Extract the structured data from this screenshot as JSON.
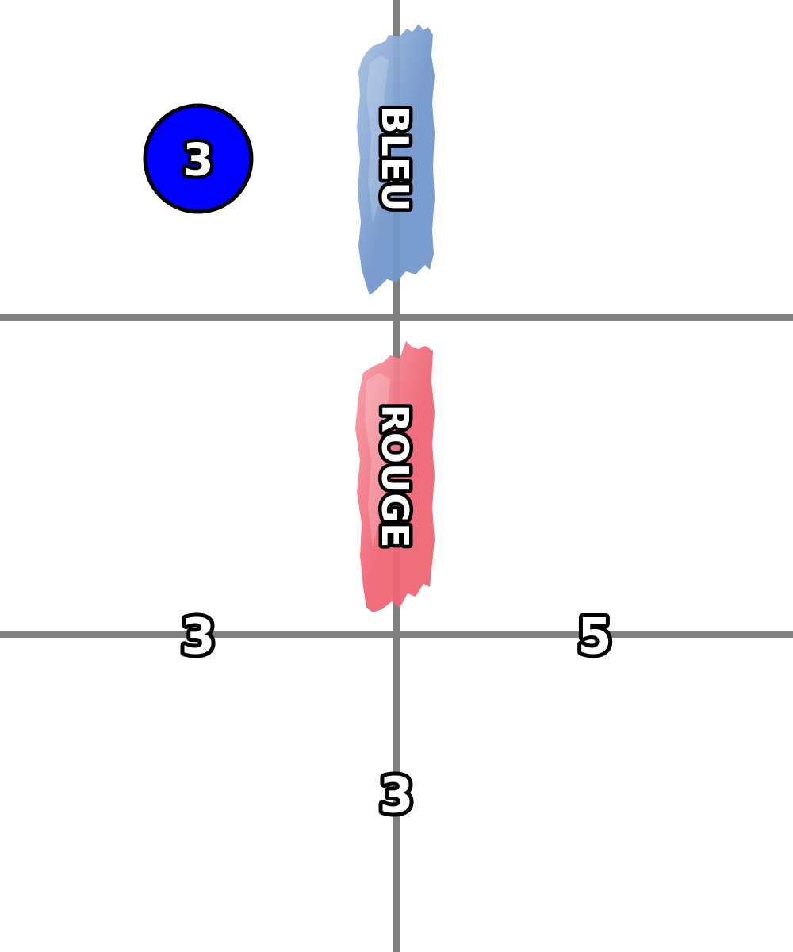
{
  "board": {
    "grid_color": "#808080",
    "background": "#ffffff"
  },
  "zones": {
    "blue": {
      "label": "BLEU",
      "color": "#7397cb",
      "color_light": "#a9c1e2"
    },
    "red": {
      "label": "ROUGE",
      "color": "#ef6575",
      "color_light": "#f6a0aa"
    }
  },
  "token": {
    "value": "3",
    "fill": "#0000ff",
    "border": "#000000"
  },
  "numbers": {
    "left": "3",
    "right": "5",
    "bottom": "3"
  }
}
